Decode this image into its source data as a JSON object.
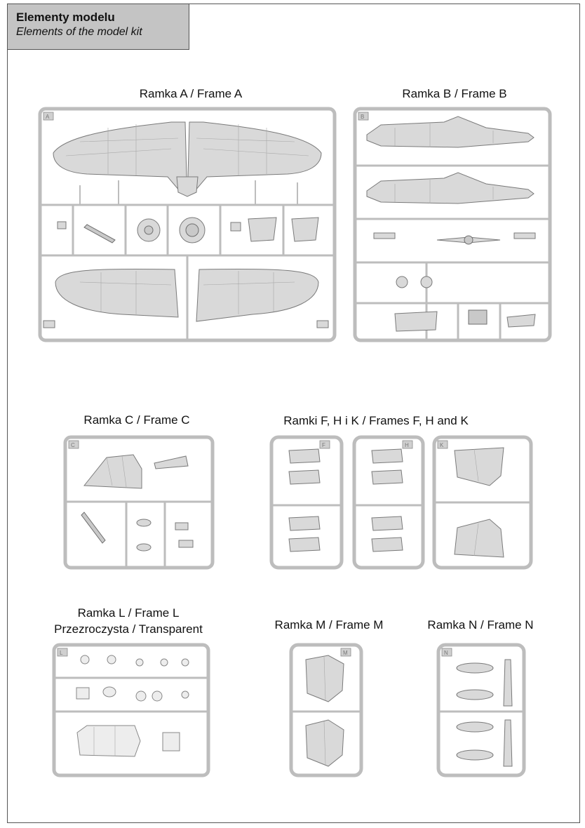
{
  "header": {
    "title": "Elementy modelu",
    "subtitle": "Elements of the model kit"
  },
  "frames": {
    "a": {
      "label": "Ramka A / Frame A",
      "letter": "A"
    },
    "b": {
      "label": "Ramka B / Frame B",
      "letter": "B"
    },
    "c": {
      "label": "Ramka C / Frame C",
      "letter": "C"
    },
    "fhk": {
      "label": "Ramki F, H i K / Frames F, H and K",
      "letters": [
        "F",
        "H",
        "K"
      ]
    },
    "l": {
      "label_line1": "Ramka L / Frame L",
      "label_line2": "Przezroczysta / Transparent",
      "letter": "L"
    },
    "m": {
      "label": "Ramka M / Frame M",
      "letter": "M"
    },
    "n": {
      "label": "Ramka N / Frame N",
      "letter": "N"
    }
  }
}
